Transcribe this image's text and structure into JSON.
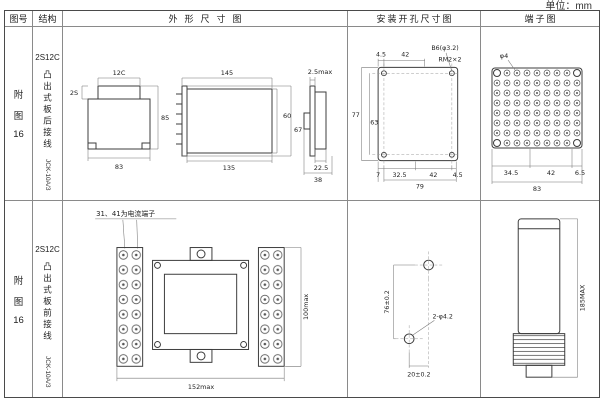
{
  "meta": {
    "unit": "单位：mm"
  },
  "headers": {
    "fig": "图号",
    "structure": "结构",
    "outline": "外形尺寸图",
    "install": "安装开孔尺寸图",
    "terminal": "端子图"
  },
  "rows": [
    {
      "fig_lines": [
        "附",
        "图",
        "16"
      ],
      "model": "2S12C",
      "desc": "凸出式板后接线",
      "code": "JCK-10A/3",
      "outline": {
        "front_top": "12C",
        "front_left": "2S",
        "front_bottom": "83",
        "front_right": "85",
        "side_top": "145",
        "side_bottom": "135",
        "side_h1": "60",
        "side_h2": "67",
        "panel_top": "2.5max",
        "panel_b1": "22.5",
        "panel_b2": "38"
      },
      "install": {
        "top1": "4.5",
        "top2": "42",
        "hole_label": "B6(φ3.2)",
        "thread_label": "RM2×2",
        "left1": "77",
        "left2": "63",
        "bottom0": "7",
        "bottom1": "32.5",
        "bottom2": "42",
        "bottom3": "4.5",
        "bottom_total": "79"
      },
      "terminal": {
        "hole": "φ4",
        "b1": "34.5",
        "b2": "42",
        "b3": "6.5",
        "total": "83"
      }
    },
    {
      "fig_lines": [
        "附",
        "图",
        "16"
      ],
      "model": "2S12C",
      "desc": "凸出式板前接线",
      "code": "JCK-10A/3",
      "outline": {
        "note": "31、41为电流端子",
        "bottom": "152max",
        "right": "100max"
      },
      "install": {
        "vertical": "76±0.2",
        "hole_label": "2-φ4.2",
        "bottom": "20±0.2"
      },
      "terminal": {
        "right": "185MAX"
      }
    }
  ]
}
